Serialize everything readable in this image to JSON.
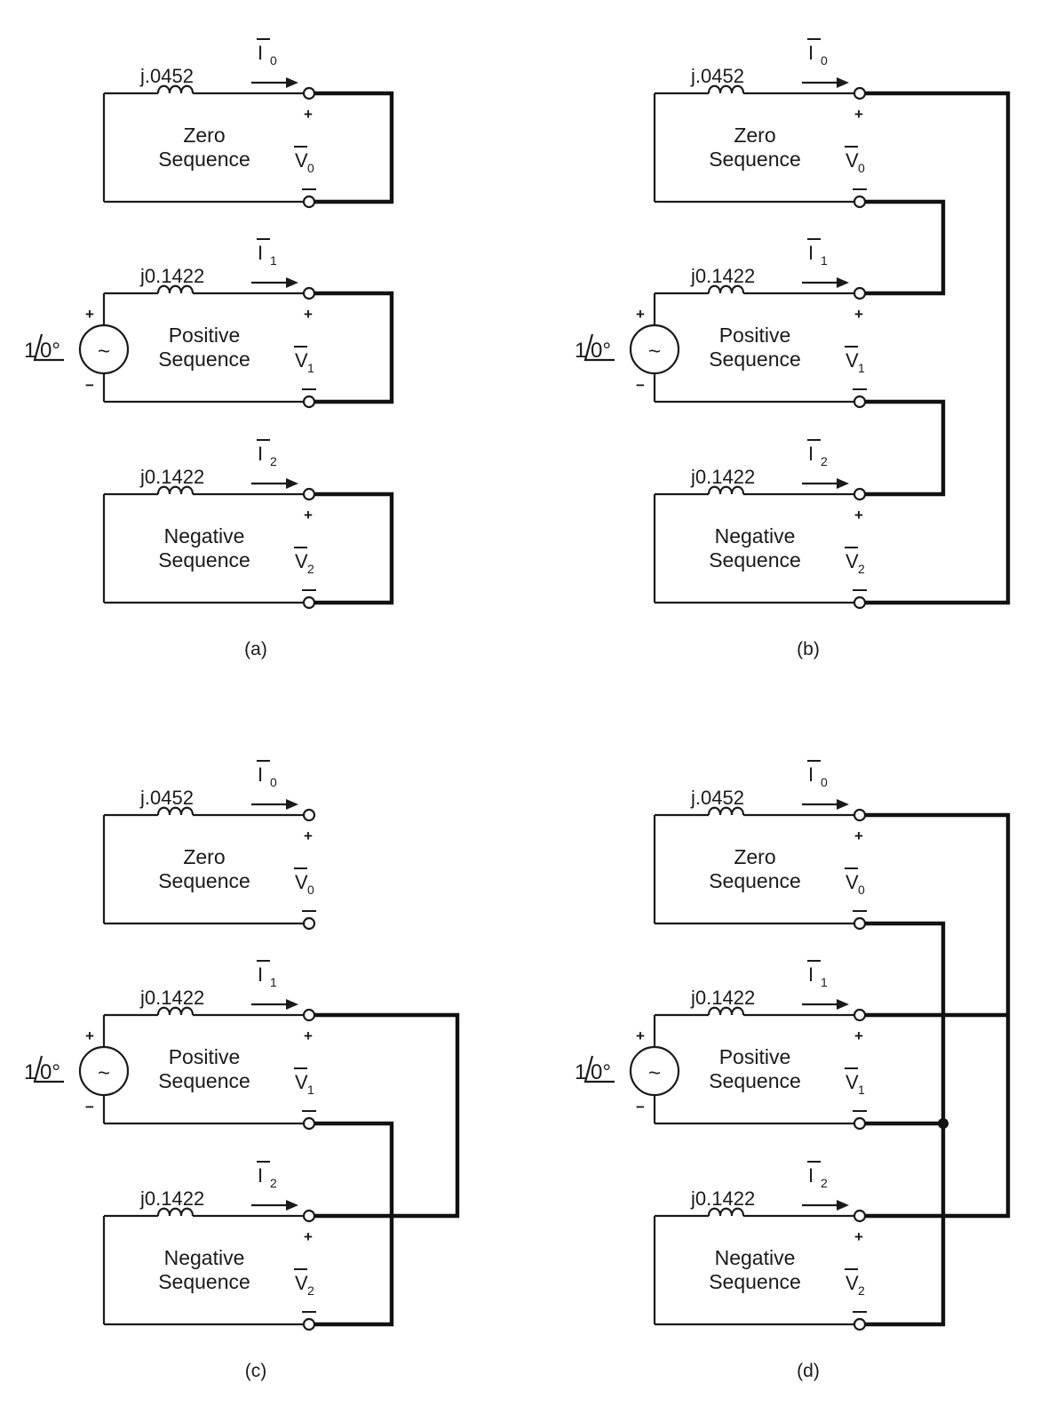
{
  "labels": {
    "zero_impedance": "j.0452",
    "pos_impedance": "j0.1422",
    "neg_impedance": "j0.1422",
    "zero_sequence": [
      "Zero",
      "Sequence"
    ],
    "pos_sequence": [
      "Positive",
      "Sequence"
    ],
    "neg_sequence": [
      "Negative",
      "Sequence"
    ],
    "current_symbol": "I",
    "voltage_symbol": "V",
    "plus": "+",
    "minus": "−",
    "source_value": "1",
    "source_angle": "0°",
    "source_glyph": "~"
  },
  "subscripts": [
    "0",
    "1",
    "2"
  ],
  "panels": [
    {
      "caption": "(a)",
      "connection": "each-shorted"
    },
    {
      "caption": "(b)",
      "connection": "series"
    },
    {
      "caption": "(c)",
      "connection": "positive-negative-parallel"
    },
    {
      "caption": "(d)",
      "connection": "all-parallel"
    }
  ]
}
